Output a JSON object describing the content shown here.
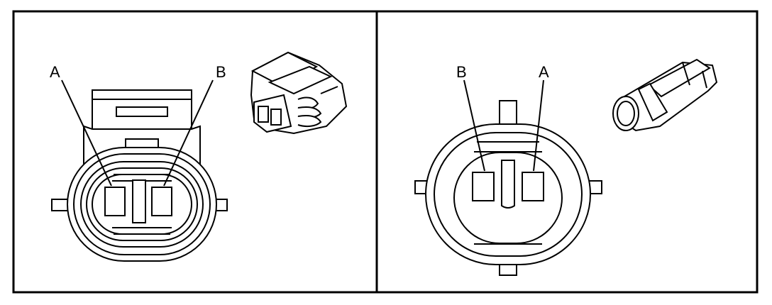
{
  "colors": {
    "line": "#000000",
    "background": "#ffffff"
  },
  "left_panel": {
    "pin_label_a": "A",
    "pin_label_b": "B"
  },
  "right_panel": {
    "pin_label_a": "A",
    "pin_label_b": "B"
  }
}
